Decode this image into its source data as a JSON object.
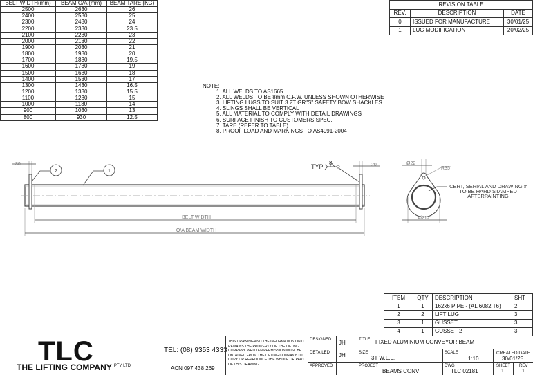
{
  "belt_table": {
    "headers": [
      "BELT WIDTH(mm)",
      "BEAM O/A (mm)",
      "BEAM TARE (KG)"
    ],
    "rows": [
      [
        "2500",
        "2630",
        "26"
      ],
      [
        "2400",
        "2530",
        "25"
      ],
      [
        "2300",
        "2430",
        "24"
      ],
      [
        "2200",
        "2330",
        "23.5"
      ],
      [
        "2100",
        "2230",
        "23"
      ],
      [
        "2000",
        "2130",
        "22"
      ],
      [
        "1900",
        "2030",
        "21"
      ],
      [
        "1800",
        "1930",
        "20"
      ],
      [
        "1700",
        "1830",
        "19.5"
      ],
      [
        "1600",
        "1730",
        "19"
      ],
      [
        "1500",
        "1630",
        "18"
      ],
      [
        "1400",
        "1530",
        "17"
      ],
      [
        "1300",
        "1430",
        "16.5"
      ],
      [
        "1200",
        "1330",
        "15.5"
      ],
      [
        "1100",
        "1230",
        "15"
      ],
      [
        "1000",
        "1130",
        "14"
      ],
      [
        "900",
        "1030",
        "13"
      ],
      [
        "800",
        "930",
        "12.5"
      ]
    ]
  },
  "revision_table": {
    "title": "REVISION TABLE",
    "headers": [
      "REV.",
      "DESCRIPTION",
      "DATE"
    ],
    "rows": [
      [
        "0",
        "ISSUED FOR MANUFACTURE",
        "30/01/25"
      ],
      [
        "1",
        "LUG MODIFICATION",
        "20/02/25"
      ]
    ]
  },
  "notes": {
    "title": "NOTE:",
    "items": [
      "1. ALL WELDS TO AS1665",
      "2. ALL WELDS TO BE 8mm C.F.W. UNLESS SHOWN OTHERWISE",
      "3. LIFTING LUGS TO SUIT 3.2T GR\"S\" SAFETY BOW SHACKLES",
      "4. SLINGS SHALL BE VERTICAL",
      "5. ALL MATERIAL TO COMPLY WITH DETAIL DRAWINGS",
      "6. SURFACE FINISH TO CUSTOMERS SPEC.",
      "7. TARE (REFER TO TABLE)",
      "8. PROOF LOAD AND MARKINGS TO AS4991-2004"
    ]
  },
  "drawing": {
    "dim_left": "30",
    "dim_right": "20",
    "balloon_1": "1",
    "balloon_2": "2",
    "weld_typ": "TYP",
    "weld_size": "8",
    "belt_width": "BELT WIDTH",
    "oa_width": "O/A BEAM WIDTH",
    "lug_hole": "Ø22",
    "lug_radius": "R35",
    "pipe_dia": "Ø212",
    "stamp_note": [
      "CERT, SERIAL AND DRAWING #",
      "TO BE HARD STAMPED",
      "AFTERPAINTING"
    ]
  },
  "parts_list": {
    "headers": [
      "ITEM",
      "QTY",
      "DESCRIPTION",
      "SHT"
    ],
    "rows": [
      [
        "1",
        "1",
        "162x6 PIPE - (AL 6082 T6)",
        "2"
      ],
      [
        "2",
        "2",
        "LIFT LUG",
        "3"
      ],
      [
        "3",
        "1",
        "GUSSET",
        "3"
      ],
      [
        "4",
        "1",
        "GUSSET 2",
        "3"
      ]
    ]
  },
  "title_block": {
    "logo": "TLC",
    "company": "THE LIFTING COMPANY",
    "pty": "PTY LTD",
    "tel": "TEL: (08) 9353 4333",
    "acn": "ACN 097 438 269",
    "disclaimer": "THIS DRAWING AND THE INFORMATION ON IT REMAINS THE PROPERTY OF THE LIFTING COMPANY. WRITTEN PERMISSION MUST BE OBTAINED FROM THE LIFTING COMPANY TO COPY OR REPRODUCE THE WHOLE OR PART OF THIS DRAWING.",
    "designed_label": "DESIGNED",
    "designed": "JH",
    "detailed_label": "DETAILED",
    "detailed": "JH",
    "approved_label": "APPROVED",
    "title_label": "TITLE",
    "title": "FIXED ALUMINIUM CONVEYOR BEAM",
    "size_label": "SIZE",
    "size": "3T W.L.L.",
    "scale_label": "SCALE",
    "scale": "1:10",
    "created_label": "CREATED DATE",
    "created": "30/01/25",
    "project_label": "PROJECT",
    "project": "BEAMS CONV",
    "dwg_label": "DWG",
    "dwg": "TLC 02181",
    "sheet_label": "SHEET",
    "sheet": "1",
    "rev_label": "REV",
    "rev": "1"
  }
}
